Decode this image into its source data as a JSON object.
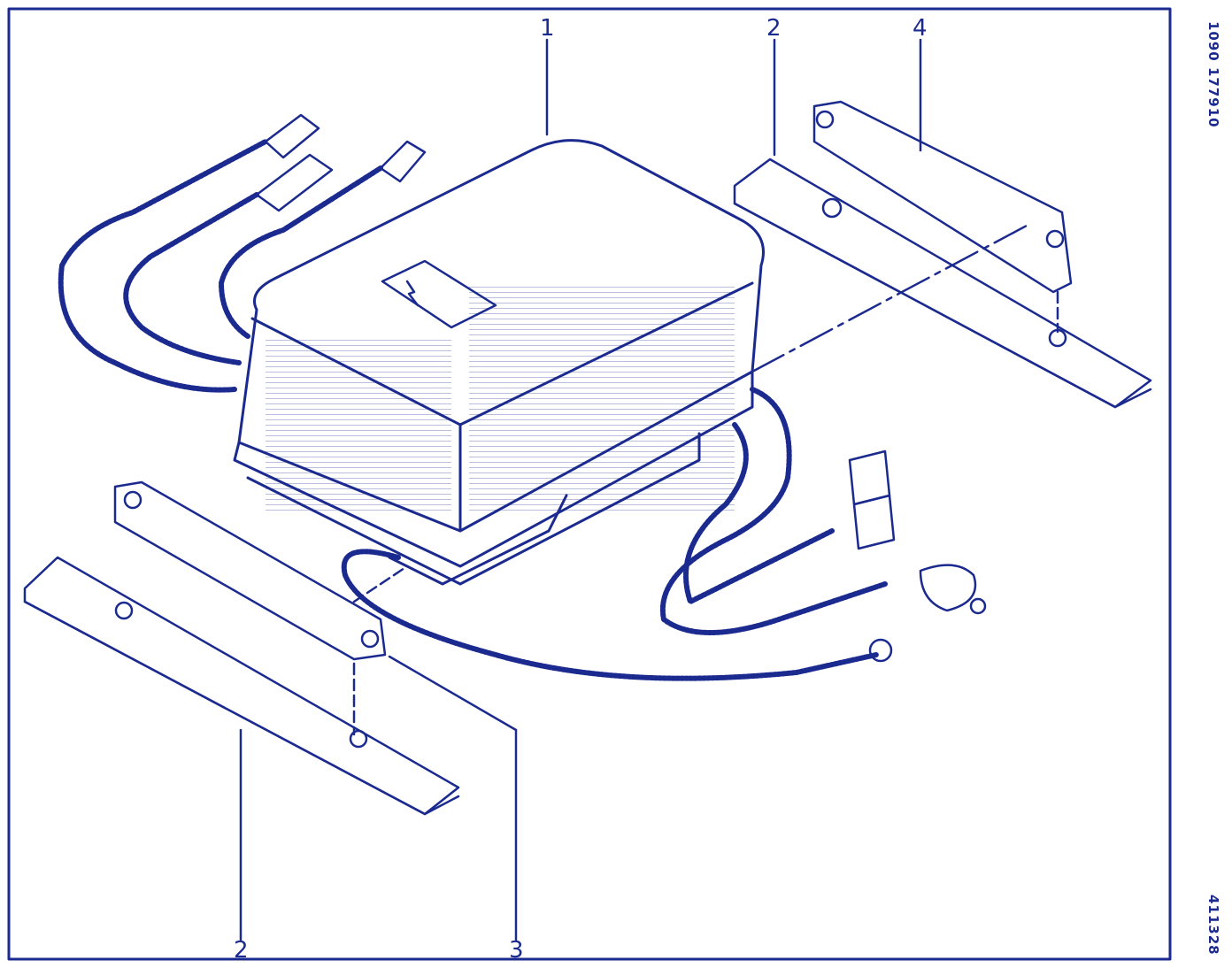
{
  "callouts": {
    "c1": "1",
    "c2_top": "2",
    "c4": "4",
    "c2_bottom": "2",
    "c3": "3"
  },
  "side_text": {
    "top": "1090 177910",
    "bottom": "411328"
  },
  "colors": {
    "ink": "#1b2a8f",
    "paper": "#ffffff"
  }
}
